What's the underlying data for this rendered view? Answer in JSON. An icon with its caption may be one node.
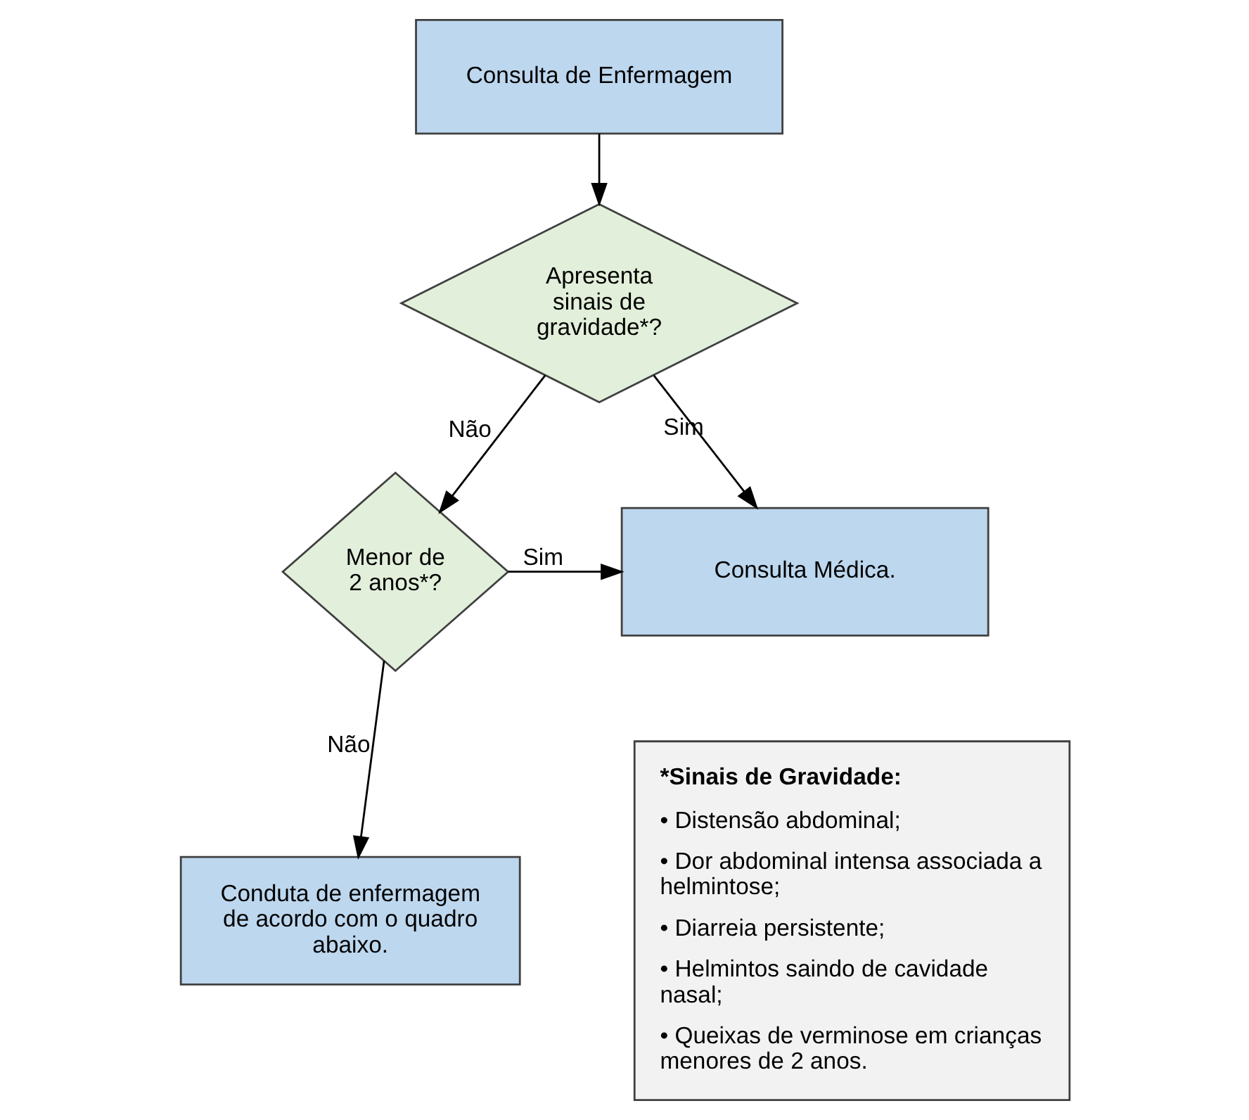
{
  "diagram": {
    "nodes": [
      {
        "text": [
          "Consulta de Enfermagem"
        ]
      },
      {
        "text": [
          "Apresenta sinais de gravidade*?"
        ]
      },
      {
        "text": [
          "Menor de 2 anos*?"
        ]
      },
      {
        "text": [
          "Consulta Médica."
        ]
      },
      {
        "text": [
          "Conduta de enfermagem de acordo com o quadro abaixo."
        ]
      },
      {
        "text": [
          "*Sinais de Gravidade:",
          "• Distensão abdominal;",
          "• Dor abdominal intensa associada a helmintose;",
          "• Diarreia persistente;",
          "• Helmintos saindo de cavidade nasal;",
          "• Queixas de verminose em crianças menores de 2 anos."
        ]
      }
    ],
    "edges": [
      {
        "from": 0,
        "to": 1,
        "arrow": "to"
      },
      {
        "from": 1,
        "to": 2,
        "arrow": "to",
        "label": "Não"
      },
      {
        "from": 1,
        "to": 3,
        "arrow": "to",
        "label": "Sim"
      },
      {
        "from": 2,
        "to": 3,
        "arrow": "to",
        "label": "Sim"
      },
      {
        "from": 2,
        "to": 4,
        "arrow": "to",
        "label": "Não"
      }
    ]
  }
}
